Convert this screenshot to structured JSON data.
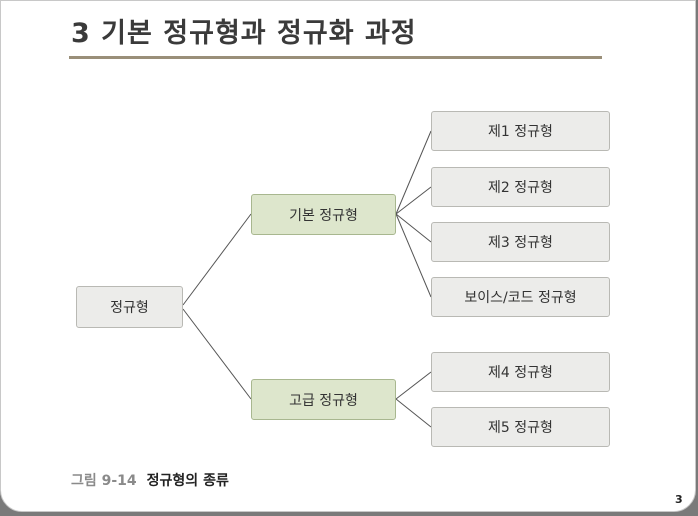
{
  "slide": {
    "title": "3 기본 정규형과 정규화 과정",
    "page_number": "3"
  },
  "diagram": {
    "root": "정규형",
    "basic": {
      "label": "기본 정규형",
      "children": [
        "제1 정규형",
        "제2 정규형",
        "제3 정규형",
        "보이스/코드 정규형"
      ]
    },
    "advanced": {
      "label": "고급 정규형",
      "children": [
        "제4 정규형",
        "제5 정규형"
      ]
    }
  },
  "caption": {
    "number": "그림 9-14",
    "text": "정규형의 종류"
  },
  "colors": {
    "title_rule": "#9a8f79",
    "green_box": "#dde6cc",
    "gray_box": "#ececea",
    "connector": "#555555"
  }
}
